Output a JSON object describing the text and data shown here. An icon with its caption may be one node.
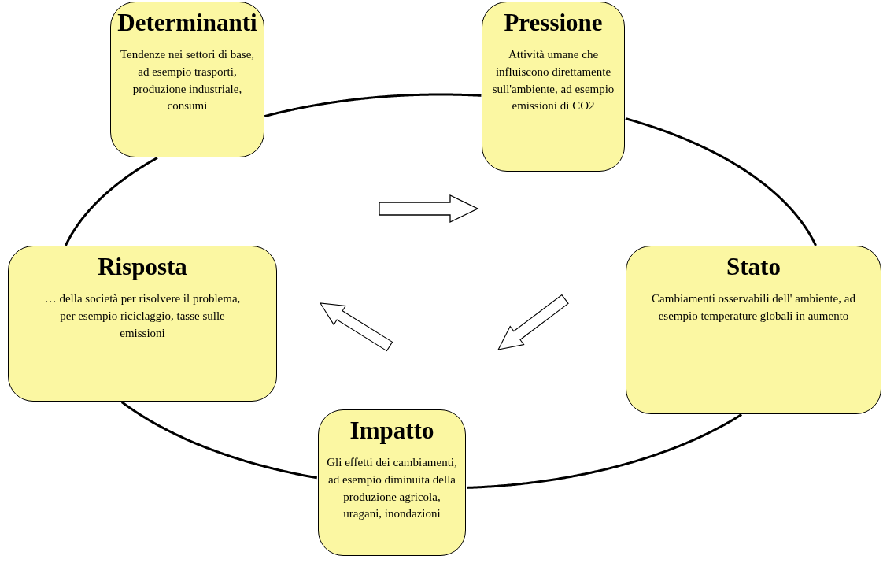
{
  "diagram": {
    "nodes": [
      {
        "text": [
          "Determinanti",
          "Tendenze nei settori di base, ad esempio trasporti, produzione industriale, consumi"
        ]
      },
      {
        "text": [
          "Pressione",
          "Attività umane che influiscono direttamente sull'ambiente, ad esempio emissioni di CO2"
        ]
      },
      {
        "text": [
          "Stato",
          "Cambiamenti osservabili dell' ambiente, ad esempio temperature globali in aumento"
        ]
      },
      {
        "text": [
          "Impatto",
          "Gli effetti dei cambiamenti, ad esempio diminuita della produzione agricola, uragani, inondazioni"
        ]
      },
      {
        "text": [
          "Risposta",
          "… della società per risolvere il problema, per esempio riciclaggio, tasse sulle emissioni"
        ]
      }
    ],
    "edges": [
      {
        "from": 0,
        "to": 1,
        "arrow": "none"
      },
      {
        "from": 1,
        "to": 2,
        "arrow": "none"
      },
      {
        "from": 2,
        "to": 3,
        "arrow": "none"
      },
      {
        "from": 3,
        "to": 4,
        "arrow": "none"
      },
      {
        "from": 4,
        "to": 0,
        "arrow": "none"
      }
    ]
  }
}
